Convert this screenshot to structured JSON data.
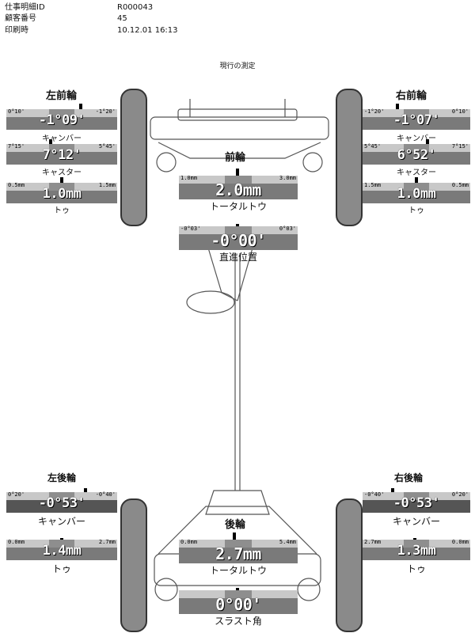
{
  "header": {
    "job_id_label": "仕事明細ID",
    "job_id": "R000043",
    "customer_label": "顧客番号",
    "customer": "45",
    "printed_label": "印刷時",
    "printed": "10.12.01 16:13"
  },
  "caption": "現行の測定",
  "front": {
    "title": "前輪",
    "total_toe": {
      "min": "1.0mm",
      "max": "3.0mm",
      "value": "2.0mm",
      "label": "トータルトウ"
    },
    "steering": {
      "min": "-0°03'",
      "max": "0°03'",
      "value": "-0°00'",
      "label": "直進位置"
    },
    "left": {
      "title": "左前輪",
      "camber": {
        "min": "0°10'",
        "max": "-1°20'",
        "value": "-1°09'",
        "label": "キャンバー"
      },
      "caster": {
        "min": "7°15'",
        "max": "5°45'",
        "value": "7°12'",
        "label": "キャスター"
      },
      "toe": {
        "min": "0.5mm",
        "max": "1.5mm",
        "value": "1.0mm",
        "label": "トゥ"
      }
    },
    "right": {
      "title": "右前輪",
      "camber": {
        "min": "-1°20'",
        "max": "0°10'",
        "value": "-1°07'",
        "label": "キャンバー"
      },
      "caster": {
        "min": "5°45'",
        "max": "7°15'",
        "value": "6°52'",
        "label": "キャスター"
      },
      "toe": {
        "min": "1.5mm",
        "max": "0.5mm",
        "value": "1.0mm",
        "label": "トゥ"
      }
    }
  },
  "rear": {
    "title": "後輪",
    "total_toe": {
      "min": "0.0mm",
      "max": "5.4mm",
      "value": "2.7mm",
      "label": "トータルトウ"
    },
    "thrust": {
      "value": "0°00'",
      "label": "スラスト角"
    },
    "left": {
      "title": "左後輪",
      "camber": {
        "min": "0°20'",
        "max": "-0°40'",
        "value": "-0°53'",
        "label": "キャンバー"
      },
      "toe": {
        "min": "0.0mm",
        "max": "2.7mm",
        "value": "1.4mm",
        "label": "トゥ"
      }
    },
    "right": {
      "title": "右後輪",
      "camber": {
        "min": "-0°40'",
        "max": "0°20'",
        "value": "-0°53'",
        "label": "キャンバー"
      },
      "toe": {
        "min": "2.7mm",
        "max": "0.0mm",
        "value": "1.3mm",
        "label": "トゥ"
      }
    }
  }
}
